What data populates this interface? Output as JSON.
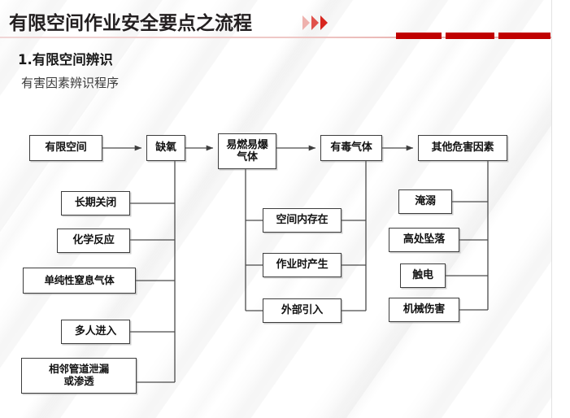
{
  "header": {
    "title": "有限空间作业安全要点之流程",
    "chevron_icon": "double-chevron-right-icon",
    "accent_color": "#c00000",
    "rule_color": "#e8b0ad"
  },
  "section": {
    "number_title": "1.有限空间辨识",
    "subtitle": "有害因素辨识程序"
  },
  "chart_data": {
    "type": "diagram",
    "title": "有害因素辨识程序",
    "top_row": [
      {
        "id": "n1",
        "label": "有限空间"
      },
      {
        "id": "n2",
        "label": "缺氧"
      },
      {
        "id": "n3",
        "label": "易燃易爆\n气体"
      },
      {
        "id": "n4",
        "label": "有毒气体"
      },
      {
        "id": "n5",
        "label": "其他危害因素"
      }
    ],
    "branch_oxygen": {
      "parent": "缺氧",
      "items": [
        {
          "label": "长期关闭"
        },
        {
          "label": "化学反应"
        },
        {
          "label": "单纯性窒息气体"
        },
        {
          "label": "多人进入"
        },
        {
          "label": "相邻管道泄漏\n或渗透"
        }
      ]
    },
    "branch_flammable_toxic": {
      "parents": [
        "易燃易爆气体",
        "有毒气体"
      ],
      "items": [
        {
          "label": "空间内存在"
        },
        {
          "label": "作业时产生"
        },
        {
          "label": "外部引入"
        }
      ]
    },
    "branch_other": {
      "parent": "其他危害因素",
      "items": [
        {
          "label": "淹溺"
        },
        {
          "label": "高处坠落"
        },
        {
          "label": "触电"
        },
        {
          "label": "机械伤害"
        }
      ]
    },
    "arrows": [
      {
        "from": "有限空间",
        "to": "缺氧"
      },
      {
        "from": "缺氧",
        "to": "易燃易爆气体"
      },
      {
        "from": "易燃易爆气体",
        "to": "有毒气体"
      },
      {
        "from": "有毒气体",
        "to": "其他危害因素"
      }
    ],
    "box_border_color": "#3d3d3d",
    "line_color": "#4a4a4a"
  }
}
